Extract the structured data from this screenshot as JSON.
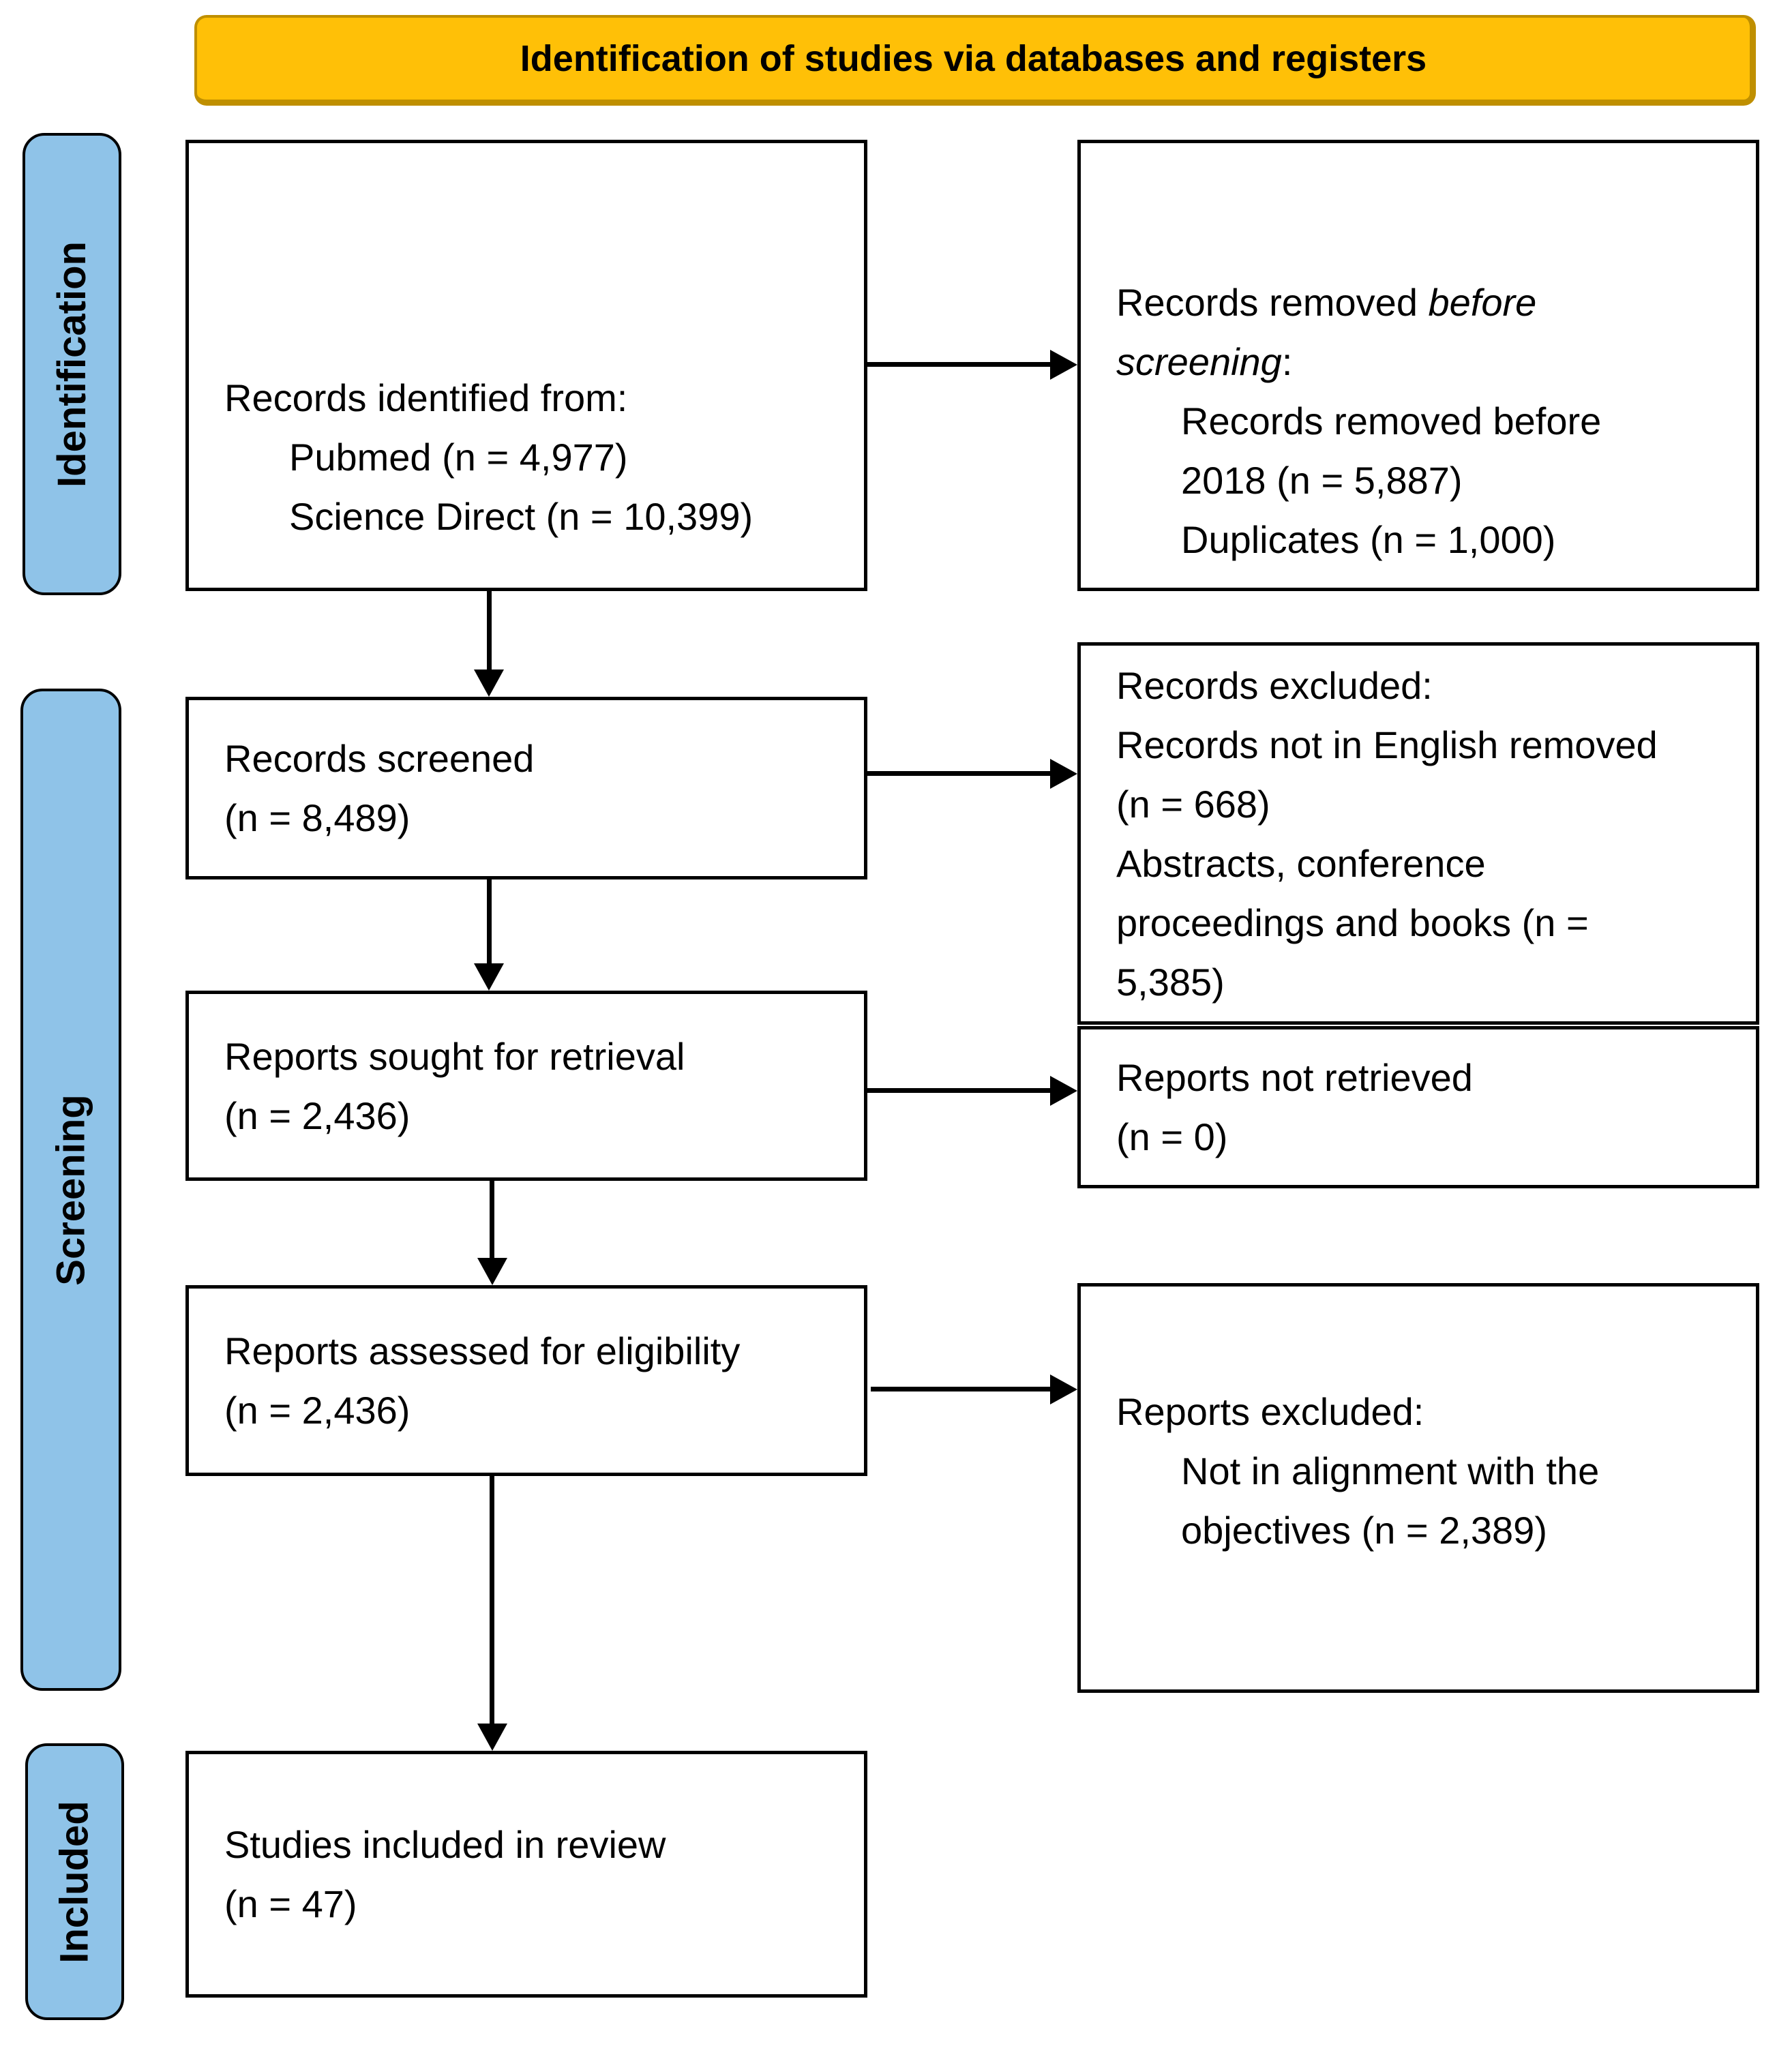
{
  "title": "Identification of studies via databases and registers",
  "colors": {
    "banner_fill": "#FFC007",
    "banner_edge": "#BF8F00",
    "stage_fill": "#8FC3E8",
    "line_color": "#000000"
  },
  "stages": {
    "identification": "Identification",
    "screening": "Screening",
    "included": "Included"
  },
  "boxes": {
    "records_identified": {
      "line1": "Records identified from:",
      "line2": "Pubmed (n = 4,977)",
      "line3": "Science Direct (n = 10,399)"
    },
    "records_removed": {
      "line1_text": "Records removed ",
      "line1_italic": "before",
      "line2_italic": "screening",
      "line2_text": ":",
      "item1_line1": "Records removed before",
      "item1_line2": "2018 (n = 5,887)",
      "item2": "Duplicates (n = 1,000)"
    },
    "records_screened": {
      "line1": "Records screened",
      "line2": "(n = 8,489)"
    },
    "records_excluded": {
      "line1": "Records excluded:",
      "line2": "Records not in English removed",
      "line3": "(n = 668)",
      "line4": "Abstracts, conference",
      "line5": "proceedings and books (n =",
      "line6": "5,385)"
    },
    "reports_sought": {
      "line1": "Reports sought for retrieval",
      "line2": "(n = 2,436)"
    },
    "reports_not_retrieved": {
      "line1": "Reports not retrieved",
      "line2": "(n = 0)"
    },
    "reports_assessed": {
      "line1": "Reports assessed for eligibility",
      "line2": "(n = 2,436)"
    },
    "reports_excluded": {
      "line1": "Reports excluded:",
      "line2": "Not in alignment with the",
      "line3": "objectives (n = 2,389)"
    },
    "studies_included": {
      "line1": "Studies included in review",
      "line2": "(n = 47)"
    }
  }
}
